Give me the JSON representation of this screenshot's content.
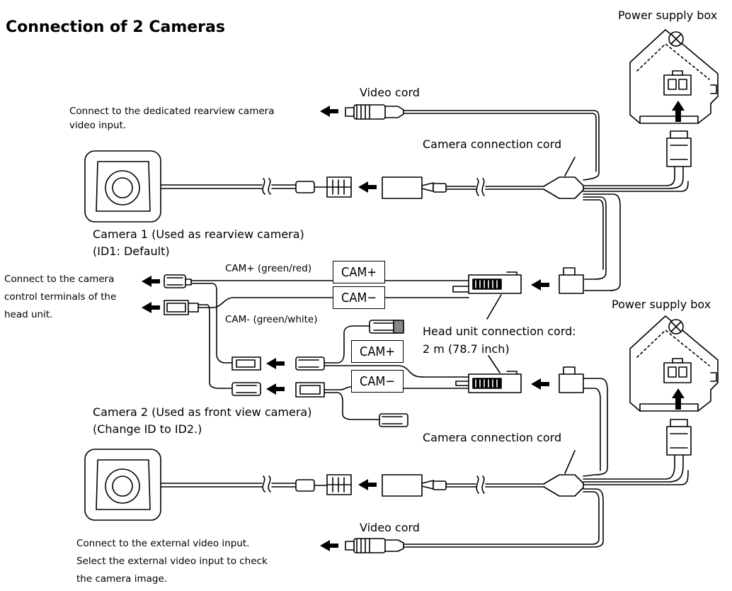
{
  "title": "Connection of 2 Cameras",
  "labels": {
    "power_supply_box_top": "Power supply box",
    "power_supply_box_mid": "Power supply box",
    "video_cord_top": "Video cord",
    "video_cord_bottom": "Video cord",
    "connect_rearview": [
      "Connect to the dedicated rearview camera",
      "video input."
    ],
    "camera_connection_cord_top": "Camera connection cord",
    "camera_connection_cord_bottom": "Camera connection cord",
    "camera1": [
      "Camera 1 (Used as rearview camera)",
      "(ID1: Default)"
    ],
    "connect_camera_control": [
      "Connect to the camera",
      "control terminals of the",
      "head unit."
    ],
    "cam_plus_wire": "CAM+ (green/red)",
    "cam_minus_wire": "CAM- (green/white)",
    "head_unit_cord": [
      "Head unit connection cord:",
      "2 m (78.7 inch)"
    ],
    "camera2": [
      "Camera 2 (Used as front view camera)",
      "(Change ID to ID2.)"
    ],
    "connect_external": [
      "Connect to the external video input.",
      "Select the external video input to check",
      "the camera image."
    ]
  },
  "cam_tags": {
    "plus_1": "CAM+",
    "minus_1": "CAM−",
    "plus_2": "CAM+",
    "minus_2": "CAM−"
  }
}
